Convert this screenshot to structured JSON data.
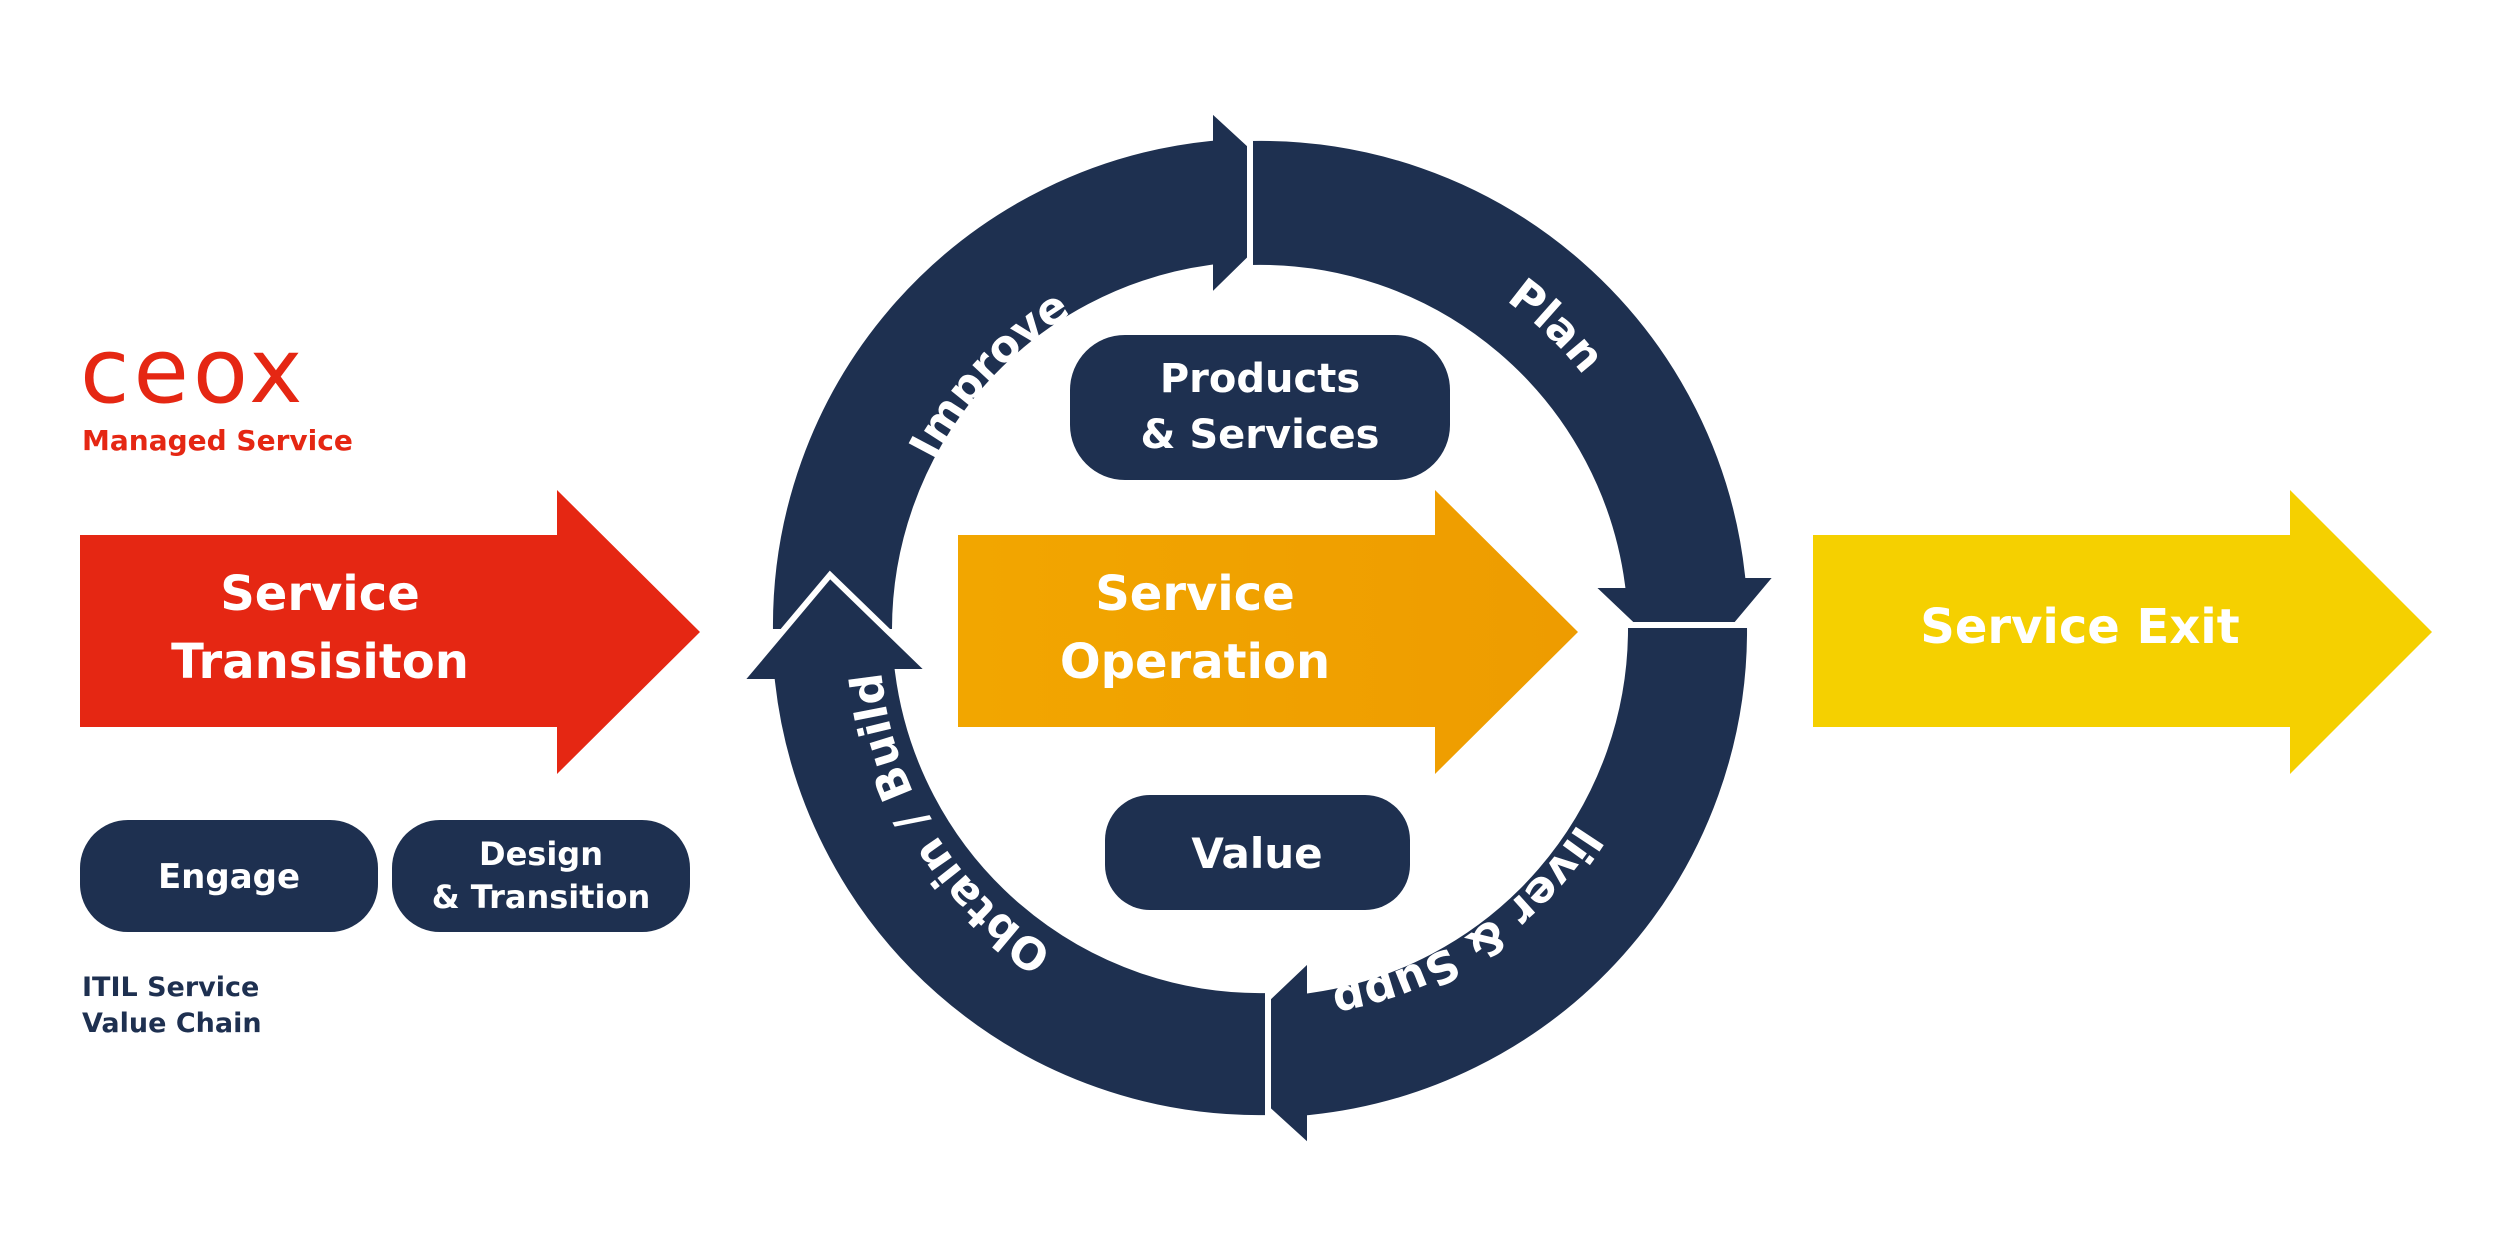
{
  "brand": {
    "logo_text": "ceox",
    "tagline": "Managed Service",
    "color": "#e52713"
  },
  "colors": {
    "navy": "#1e3050",
    "red": "#e52713",
    "orange": "#f0a000",
    "yellow": "#f5d000",
    "white": "#ffffff"
  },
  "left_arrow": {
    "line1": "Service",
    "line2": "Transisiton"
  },
  "center_arrow": {
    "line1": "Service",
    "line2": "Operation"
  },
  "right_arrow": {
    "label": "Service Exit"
  },
  "pills": {
    "engage": "Engage",
    "design_line1": "Design",
    "design_line2": "& Transition",
    "products_line1": "Products",
    "products_line2": "& Services",
    "value": "Value"
  },
  "cycle": {
    "improve": "Improve",
    "plan": "Plan",
    "deliver": "Deliver & Support",
    "obtain": "Obtain / Build"
  },
  "footer": {
    "line1": "ITIL Service",
    "line2": "Value Chain"
  }
}
